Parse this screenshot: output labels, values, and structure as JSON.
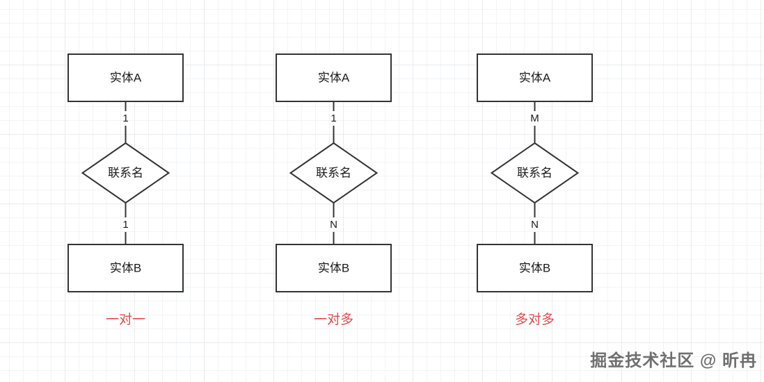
{
  "diagram": {
    "columns": [
      {
        "entity_a": "实体A",
        "cardinality_top": "1",
        "relation": "联系名",
        "cardinality_bottom": "1",
        "entity_b": "实体B",
        "caption": "一对一"
      },
      {
        "entity_a": "实体A",
        "cardinality_top": "1",
        "relation": "联系名",
        "cardinality_bottom": "N",
        "entity_b": "实体B",
        "caption": "一对多"
      },
      {
        "entity_a": "实体A",
        "cardinality_top": "M",
        "relation": "联系名",
        "cardinality_bottom": "N",
        "entity_b": "实体B",
        "caption": "多对多"
      }
    ],
    "colors": {
      "shape_stroke": "#333333",
      "shape_fill": "#ffffff",
      "text": "#1a1a1a",
      "caption_red": "#e14b4b",
      "grid_minor": "#f3f4f6",
      "grid_major": "#e9ebee",
      "watermark_gray": "#6f6f6f"
    }
  },
  "watermark": {
    "text": "掘金技术社区 @ 昕冉"
  }
}
